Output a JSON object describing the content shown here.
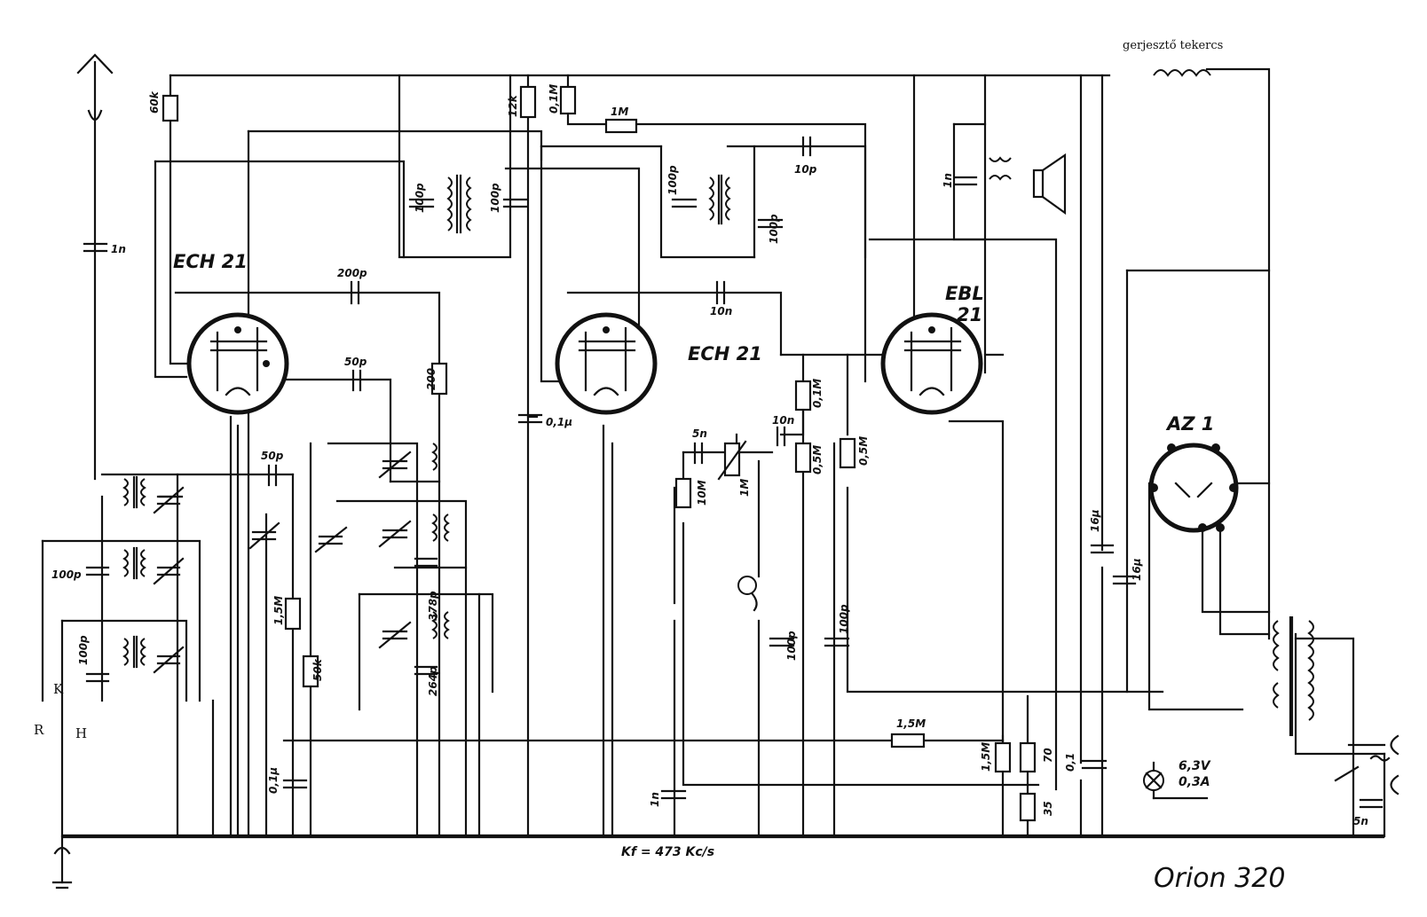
{
  "title": "Orion 320",
  "note_top": "gerjesztő tekercs",
  "if_freq": "Kf = 473 Kc/s",
  "tubes": {
    "t1": "ECH 21",
    "t2": "ECH 21",
    "t3_a": "EBL",
    "t3_b": "21",
    "rect": "AZ 1"
  },
  "lamp": {
    "v": "6,3V",
    "a": "0,3A"
  },
  "terminals": {
    "r": "R",
    "k": "K",
    "h": "H"
  },
  "parts": {
    "r60k": "60k",
    "r12k": "12k",
    "r01m_a": "0,1M",
    "r1m_top": "1M",
    "c1n_ant": "1n",
    "c100p_a": "100p",
    "c100p_b": "100p",
    "c100p_c": "100p",
    "c100p_d": "100p",
    "c10p": "10p",
    "c1n_spk": "1n",
    "c200p": "200p",
    "c50p_a": "50p",
    "r200": "200",
    "c50p_b": "50p",
    "c01u_a": "0,1μ",
    "c10n_a": "10n",
    "c5n": "5n",
    "c10n_b": "10n",
    "r01m_b": "0,1M",
    "r05m_a": "0,5M",
    "r05m_b": "0,5M",
    "r10m": "10M",
    "pot1m": "1M",
    "c100p_in1": "100p",
    "c100p_in2": "100p",
    "r15m_a": "1,5M",
    "r50k": "50k",
    "c378p": "378p",
    "c264p": "264p",
    "c01u_b": "0,1μ",
    "c100p_e": "100p",
    "c100p_f": "100p",
    "r15m_b": "1,5M",
    "r15m_c": "1,5M",
    "r70": "70",
    "r35": "35",
    "c01": "0,1",
    "c1n_b": "1n",
    "c16u_a": "16μ",
    "c16u_b": "16μ",
    "c5n_b": "5n"
  }
}
